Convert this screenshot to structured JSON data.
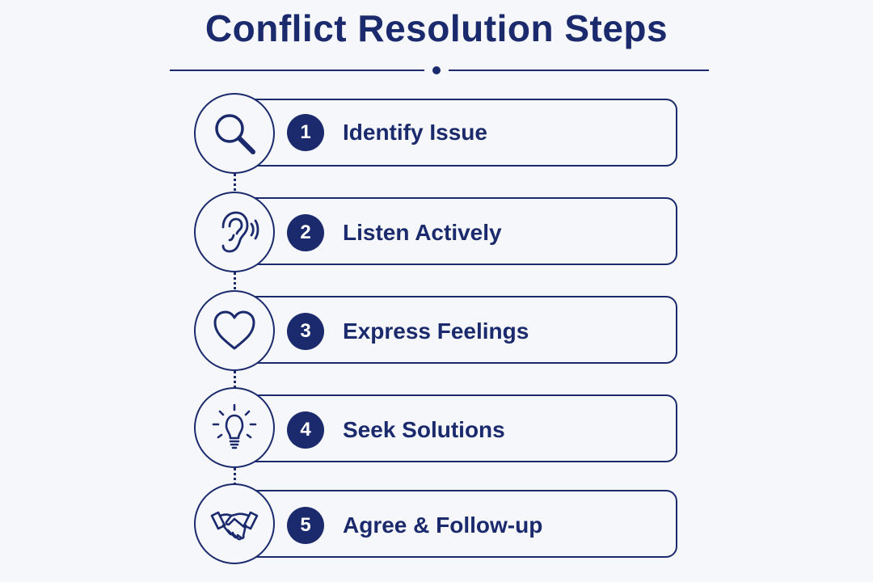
{
  "title": "Conflict Resolution Steps",
  "accent_color": "#1a2a6c",
  "steps": [
    {
      "number": "1",
      "label": "Identify Issue",
      "icon": "magnifying-glass-icon"
    },
    {
      "number": "2",
      "label": "Listen Actively",
      "icon": "ear-icon"
    },
    {
      "number": "3",
      "label": "Express Feelings",
      "icon": "heart-icon"
    },
    {
      "number": "4",
      "label": "Seek Solutions",
      "icon": "lightbulb-icon"
    },
    {
      "number": "5",
      "label": "Agree & Follow-up",
      "icon": "handshake-icon"
    }
  ]
}
